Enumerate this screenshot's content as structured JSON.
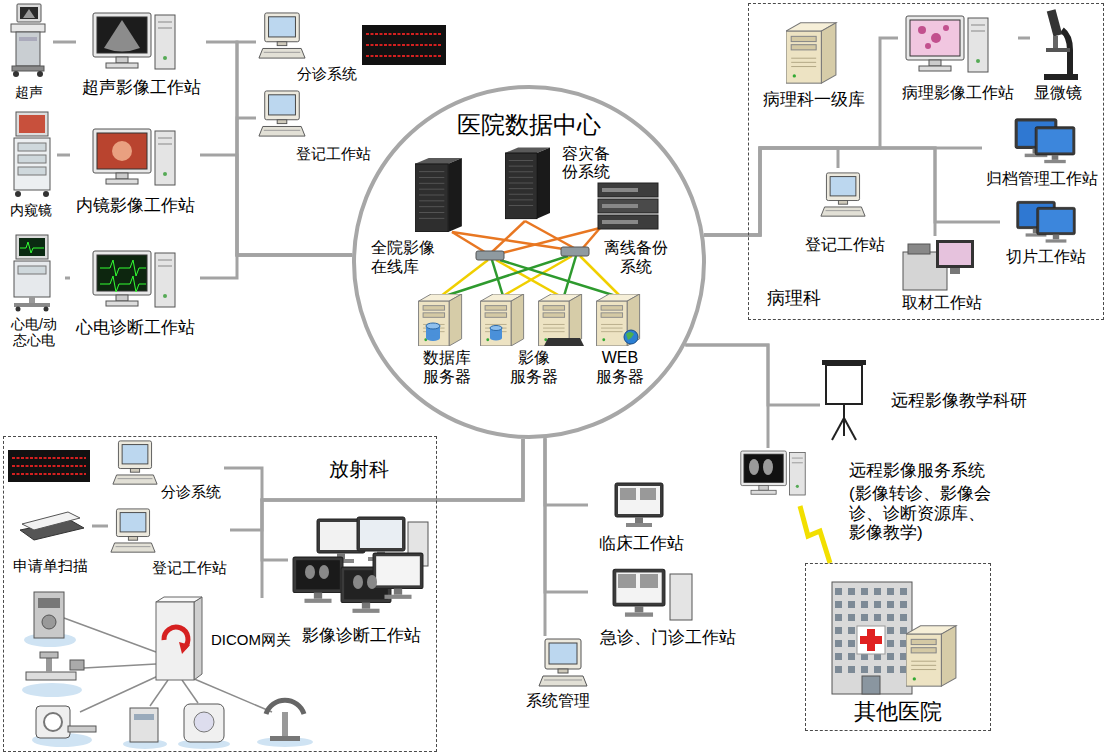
{
  "diagram": {
    "nodes": [
      {
        "text": [
          "超声"
        ]
      },
      {
        "text": [
          "超声影像工作站"
        ]
      },
      {
        "text": [
          "分诊系统"
        ]
      },
      {
        "text": [
          "登记工作站"
        ]
      },
      {
        "text": [
          "内窥镜"
        ]
      },
      {
        "text": [
          "内镜影像工作站"
        ]
      },
      {
        "text": [
          "心电/动 态心电"
        ]
      },
      {
        "text": [
          "心电诊断工作站"
        ]
      },
      {
        "text": [
          "医院数据中心"
        ]
      },
      {
        "text": [
          "全院影像 在线库"
        ],
        "in": 8
      },
      {
        "text": [
          "容灾备 份系统"
        ],
        "in": 8
      },
      {
        "text": [
          "离线备份 系统"
        ],
        "in": 8
      },
      {
        "text": [
          "数据库 服务器"
        ],
        "in": 8
      },
      {
        "text": [
          "影像 服务器"
        ],
        "in": 8
      },
      {
        "text": [
          "WEB 服务器"
        ],
        "in": 8
      },
      {
        "text": [
          "病理科"
        ]
      },
      {
        "text": [
          "病理科一级库"
        ],
        "in": 15
      },
      {
        "text": [
          "病理影像工作站"
        ],
        "in": 15
      },
      {
        "text": [
          "显微镜"
        ],
        "in": 15
      },
      {
        "text": [
          "归档管理工作站"
        ],
        "in": 15
      },
      {
        "text": [
          "登记工作站"
        ],
        "in": 15
      },
      {
        "text": [
          "切片工作站"
        ],
        "in": 15
      },
      {
        "text": [
          "取材工作站"
        ],
        "in": 15
      },
      {
        "text": [
          "远程影像教学科研"
        ]
      },
      {
        "text": [
          "远程影像服务系统",
          "(影像转诊、影像会 诊、诊断资源库、 影像教学)"
        ]
      },
      {
        "text": [
          "其他医院"
        ]
      },
      {
        "text": [
          "放射科"
        ]
      },
      {
        "text": [
          "分诊系统"
        ],
        "in": 26
      },
      {
        "text": [
          "申请单扫描"
        ],
        "in": 26
      },
      {
        "text": [
          "登记工作站"
        ],
        "in": 26
      },
      {
        "text": [
          "DICOM网关"
        ],
        "in": 26
      },
      {
        "text": [
          "影像诊断工作站"
        ],
        "in": 26
      },
      {
        "text": [
          "临床工作站"
        ]
      },
      {
        "text": [
          "急诊、门诊工作站"
        ]
      },
      {
        "text": [
          "系统管理"
        ]
      }
    ],
    "edges": [
      {
        "from": 0,
        "to": 1,
        "arrow": "none"
      },
      {
        "from": 1,
        "to": 8,
        "arrow": "none"
      },
      {
        "from": 2,
        "to": 8,
        "arrow": "none"
      },
      {
        "from": 3,
        "to": 8,
        "arrow": "none"
      },
      {
        "from": 4,
        "to": 5,
        "arrow": "none"
      },
      {
        "from": 5,
        "to": 8,
        "arrow": "none"
      },
      {
        "from": 6,
        "to": 7,
        "arrow": "none"
      },
      {
        "from": 7,
        "to": 8,
        "arrow": "none"
      },
      {
        "from": 17,
        "to": 18,
        "arrow": "none"
      },
      {
        "from": 17,
        "to": 8,
        "arrow": "none"
      },
      {
        "from": 19,
        "to": 8,
        "arrow": "none"
      },
      {
        "from": 20,
        "to": 8,
        "arrow": "none"
      },
      {
        "from": 21,
        "to": 8,
        "arrow": "none"
      },
      {
        "from": 22,
        "to": 8,
        "arrow": "none"
      },
      {
        "from": 8,
        "to": 23,
        "arrow": "none"
      },
      {
        "from": 8,
        "to": 24,
        "arrow": "none"
      },
      {
        "from": 24,
        "to": 25,
        "arrow": "none"
      },
      {
        "from": 27,
        "to": 8,
        "arrow": "none"
      },
      {
        "from": 28,
        "to": 29,
        "arrow": "none"
      },
      {
        "from": 29,
        "to": 8,
        "arrow": "none"
      },
      {
        "from": 30,
        "to": 8,
        "arrow": "none"
      },
      {
        "from": 31,
        "to": 8,
        "arrow": "none"
      },
      {
        "from": 8,
        "to": 32,
        "arrow": "none"
      },
      {
        "from": 8,
        "to": 33,
        "arrow": "none"
      },
      {
        "from": 8,
        "to": 34,
        "arrow": "none"
      }
    ]
  }
}
